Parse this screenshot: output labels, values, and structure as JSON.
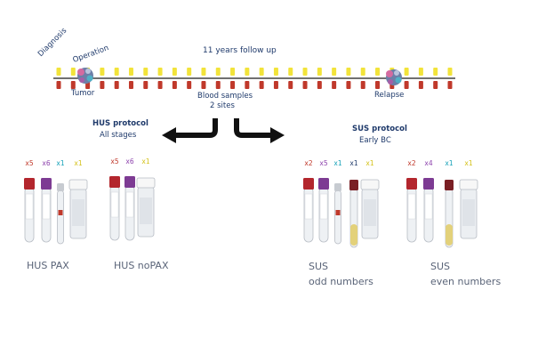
{
  "timeline": {
    "title": "11 years follow up",
    "diagnosis_label": "Diagnosis",
    "operation_label": "Operation",
    "tumor_label": "Tumor",
    "blood_samples_label": "Blood samples",
    "sites_label": "2 sites",
    "relapse_label": "Relapse"
  },
  "hus": {
    "title": "HUS protocol",
    "subtitle": "All stages",
    "groups": [
      {
        "label": "HUS PAX",
        "tubes": [
          {
            "count": "x5",
            "count_color": "#c0392b",
            "type": "red-cap"
          },
          {
            "count": "x6",
            "count_color": "#8e44ad",
            "type": "purple-cap"
          },
          {
            "count": "x1",
            "count_color": "#17a2b8",
            "type": "pax"
          },
          {
            "count": "x1",
            "count_color": "#d4c21a",
            "type": "container"
          }
        ]
      },
      {
        "label": "HUS noPAX",
        "tubes": [
          {
            "count": "x5",
            "count_color": "#c0392b",
            "type": "red-cap"
          },
          {
            "count": "x6",
            "count_color": "#8e44ad",
            "type": "purple-cap"
          },
          {
            "count": "x1",
            "count_color": "#d4c21a",
            "type": "container"
          }
        ]
      }
    ]
  },
  "sus": {
    "title": "SUS protocol",
    "subtitle": "Early BC",
    "groups": [
      {
        "label_line1": "SUS",
        "label_line2": "odd numbers",
        "tubes": [
          {
            "count": "x2",
            "count_color": "#c0392b",
            "type": "red-cap"
          },
          {
            "count": "x5",
            "count_color": "#8e44ad",
            "type": "purple-cap"
          },
          {
            "count": "x1",
            "count_color": "#17a2b8",
            "type": "pax"
          },
          {
            "count": "x1",
            "count_color": "#1f3a6b",
            "type": "sst"
          },
          {
            "count": "x1",
            "count_color": "#d4c21a",
            "type": "container"
          }
        ]
      },
      {
        "label_line1": "SUS",
        "label_line2": "even numbers",
        "tubes": [
          {
            "count": "x2",
            "count_color": "#c0392b",
            "type": "red-cap"
          },
          {
            "count": "x4",
            "count_color": "#8e44ad",
            "type": "purple-cap"
          },
          {
            "count": "x1",
            "count_color": "#17a2b8",
            "type": "sst"
          },
          {
            "count": "x1",
            "count_color": "#d4c21a",
            "type": "container"
          }
        ]
      }
    ]
  }
}
